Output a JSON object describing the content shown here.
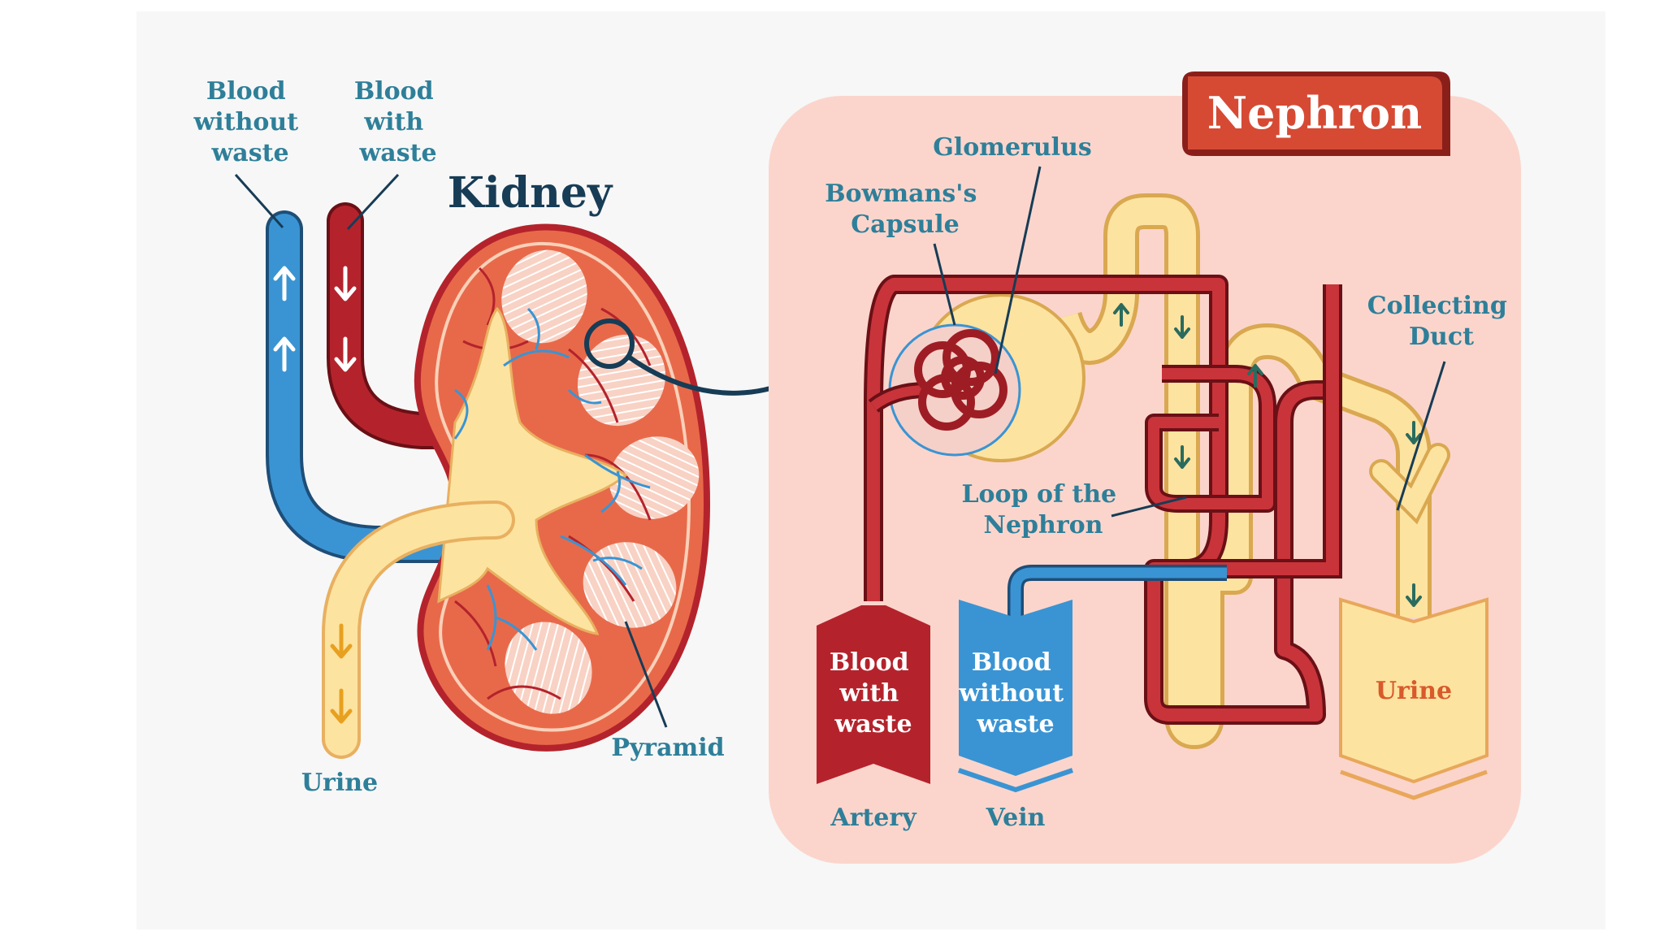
{
  "kidney": {
    "title": "Kidney",
    "blood_without_waste": [
      "Blood",
      "without",
      "waste"
    ],
    "blood_with_waste": [
      "Blood",
      "with",
      "waste"
    ],
    "urine": "Urine",
    "pyramid": "Pyramid"
  },
  "nephron": {
    "title": "Nephron",
    "glomerulus": "Glomerulus",
    "bowmans_capsule": [
      "Bowmans's",
      "Capsule"
    ],
    "collecting_duct": [
      "Collecting",
      "Duct"
    ],
    "loop": [
      "Loop of the",
      "Nephron"
    ],
    "artery_box": [
      "Blood",
      "with",
      "waste"
    ],
    "vein_box": [
      "Blood",
      "without",
      "waste"
    ],
    "urine_box": "Urine",
    "artery": "Artery",
    "vein": "Vein"
  },
  "colors": {
    "red": "#b4232c",
    "blue": "#3a94d3",
    "yellow": "#fde3a0",
    "pink_panel": "#fbd5cc",
    "kidney_orange": "#e8694a",
    "title_bar": "#d64a34",
    "label_teal": "#2e7f99",
    "dark_navy": "#173c56"
  }
}
